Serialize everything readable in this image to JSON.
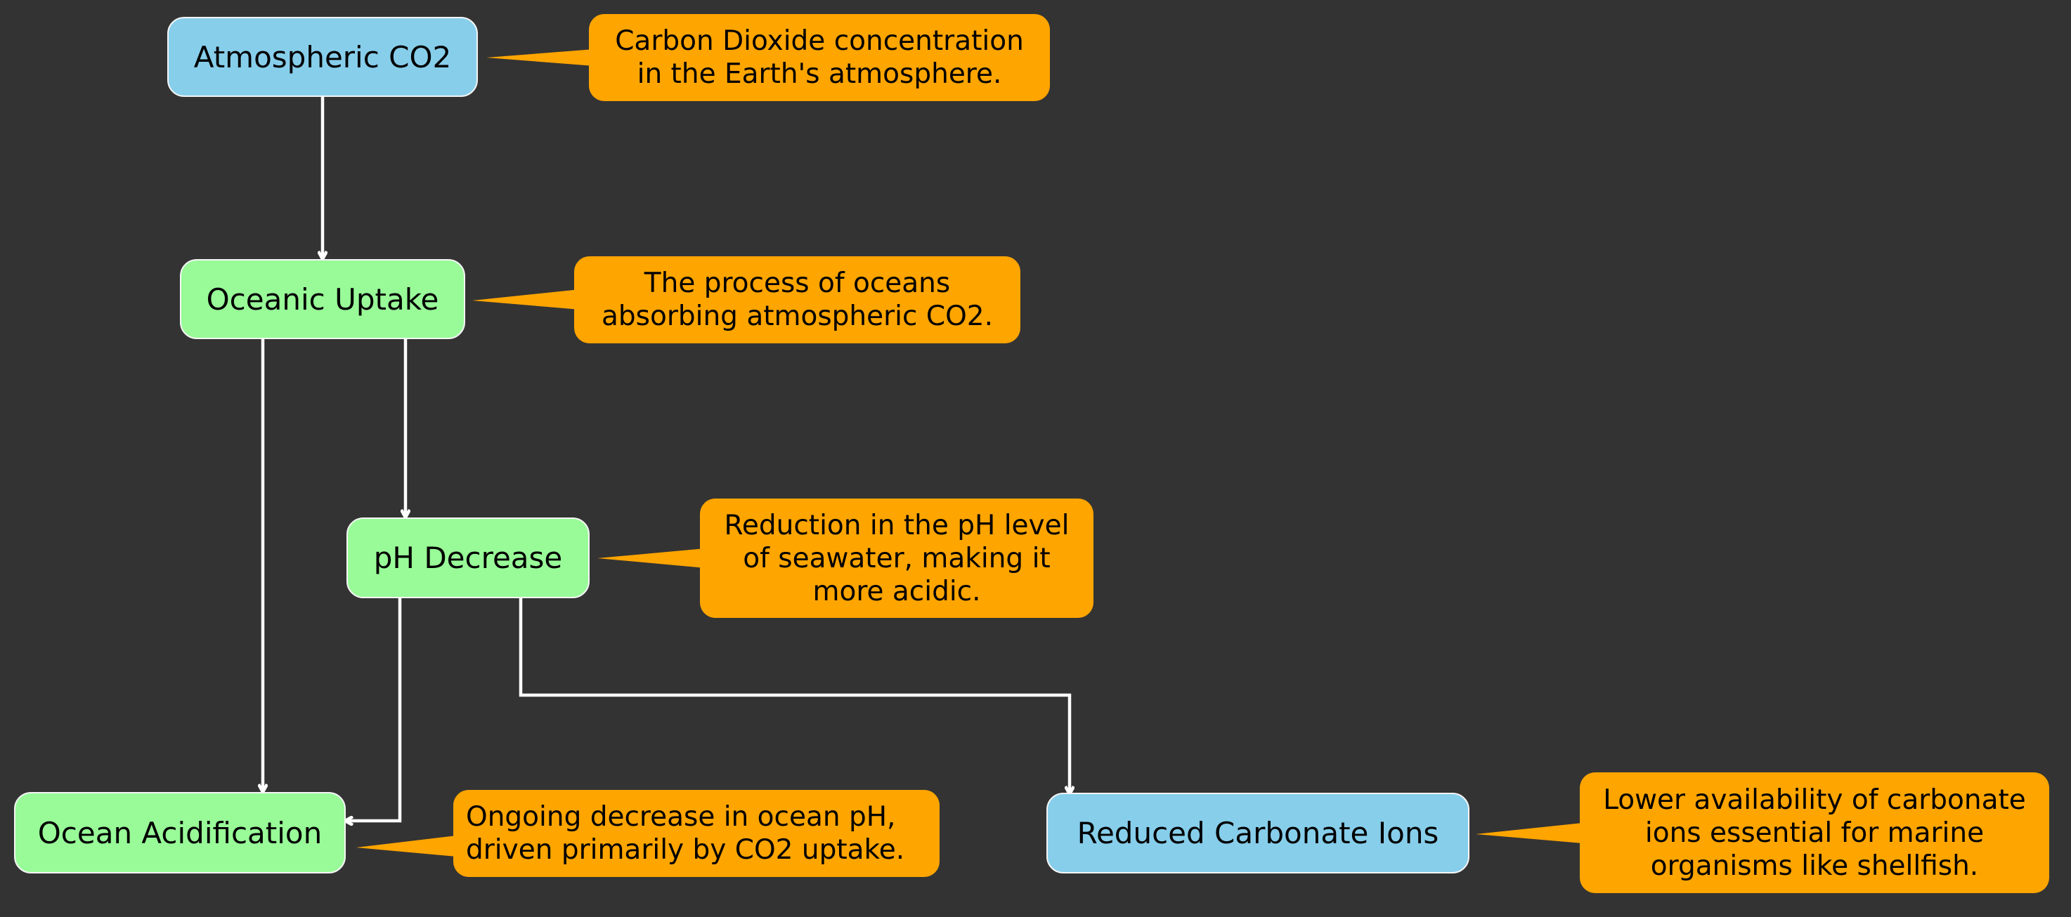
{
  "colors": {
    "background": "#333333",
    "blue_node": "#87CEEB",
    "green_node": "#98FB98",
    "note": "#FFA500",
    "edge": "#FFFFFF"
  },
  "nodes": {
    "atmospheric_co2": "Atmospheric CO2",
    "oceanic_uptake": "Oceanic Uptake",
    "ph_decrease": "pH Decrease",
    "ocean_acidification": "Ocean Acidification",
    "reduced_carbonate_ions": "Reduced Carbonate Ions"
  },
  "notes": {
    "atmospheric_co2": [
      "Carbon Dioxide concentration",
      "in the Earth's atmosphere."
    ],
    "oceanic_uptake": [
      "The process of oceans",
      "absorbing atmospheric CO2."
    ],
    "ph_decrease": [
      "Reduction in the pH level",
      "of seawater, making it",
      "more acidic."
    ],
    "ocean_acidification": [
      "Ongoing decrease in ocean pH,",
      "driven primarily by CO2 uptake."
    ],
    "reduced_carbonate_ions": [
      "Lower availability of carbonate",
      "ions essential for marine",
      "organisms like shellfish."
    ]
  },
  "edges": [
    {
      "from": "Atmospheric CO2",
      "to": "Oceanic Uptake"
    },
    {
      "from": "Oceanic Uptake",
      "to": "Ocean Acidification"
    },
    {
      "from": "Oceanic Uptake",
      "to": "pH Decrease"
    },
    {
      "from": "pH Decrease",
      "to": "Ocean Acidification"
    },
    {
      "from": "pH Decrease",
      "to": "Reduced Carbonate Ions"
    }
  ]
}
